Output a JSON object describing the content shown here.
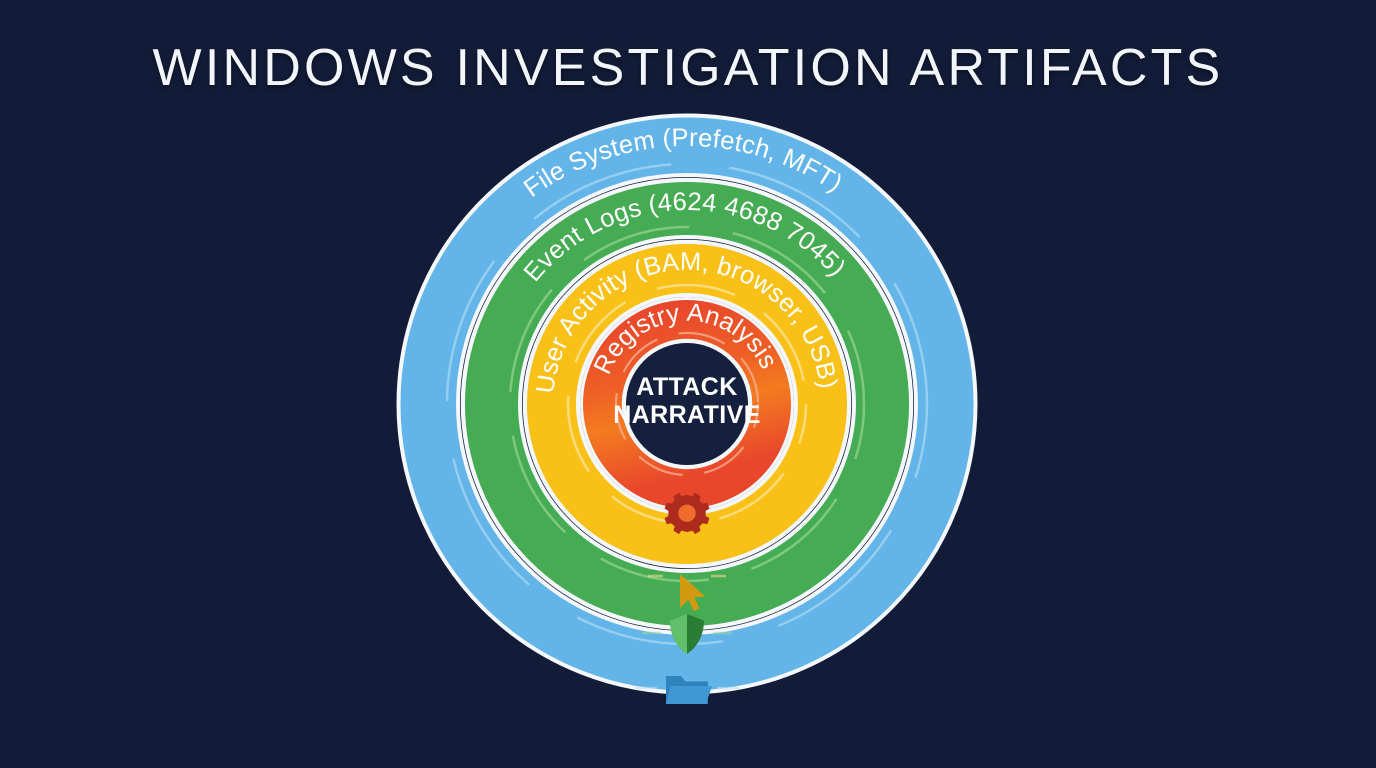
{
  "header": {
    "title": "WINDOWS INVESTIGATION ARTIFACTS"
  },
  "diagram": {
    "type": "concentric-rings",
    "center": {
      "line1": "ATTACK",
      "line2": "NARRATIVE",
      "fill": "#15203f"
    },
    "background": "#121c38",
    "rings": [
      {
        "id": "file-system",
        "label": "File System (Prefetch, MFT)",
        "color": "#63b4e8",
        "stripe": "#9ed2f0",
        "icon": "folder-icon",
        "icon_color": "#2f83bd",
        "outer_radius": 288,
        "inner_radius": 228
      },
      {
        "id": "event-logs",
        "label": "Event Logs (4624 4688 7045)",
        "color": "#46ac53",
        "stripe": "#7fc97f",
        "icon": "shield-icon",
        "icon_color": "#2b7d36",
        "outer_radius": 222,
        "inner_radius": 166
      },
      {
        "id": "user-activity",
        "label": "User Activity (BAM, browser, USB)",
        "color": "#f9c017",
        "stripe": "#fcd96a",
        "icon": "cursor-icon",
        "icon_color": "#d19a10",
        "outer_radius": 160,
        "inner_radius": 108
      },
      {
        "id": "registry-analysis",
        "label": "Registry Analysis",
        "color": "#e8472c",
        "color_secondary": "#f47b20",
        "stripe": "#f3a07e",
        "icon": "gear-icon",
        "icon_color": "#ad2b1c",
        "outer_radius": 103,
        "inner_radius": 62
      }
    ]
  }
}
